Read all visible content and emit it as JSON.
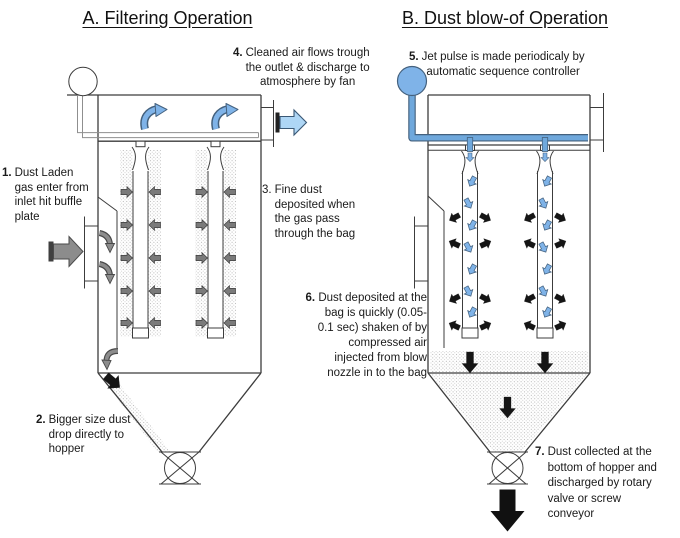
{
  "titles": {
    "a": "A. Filtering Operation",
    "b": "B. Dust blow-of Operation"
  },
  "annotations": {
    "n1": {
      "num": "1.",
      "text": "Dust Laden\ngas enter from\ninlet hit buffle\nplate"
    },
    "n2": {
      "num": "2.",
      "text": "Bigger size dust\ndrop directly to\nhopper"
    },
    "n3": {
      "num": "3.",
      "text": "Fine dust\ndeposited when\nthe gas pass\nthrough the bag"
    },
    "n4": {
      "num": "4.",
      "text": "Cleaned air flows trough\nthe outlet & discharge to\natmosphere by fan"
    },
    "n5": {
      "num": "5.",
      "text": "Jet pulse is made periodicaly by\nautomatic sequence controller"
    },
    "n6": {
      "num": "6.",
      "text": "Dust deposited at the\nbag is quickly (0.05-\n0.1 sec) shaken of  by\ncompressed air\ninjected from blow\nnozzle in to the bag"
    },
    "n7": {
      "num": "7.",
      "text": "Dust collected at the\nbottom of hopper and\ndischarged by rotary\nvalve or screw\nconveyor"
    }
  },
  "colors": {
    "pulse_blue": "#7fb3e8",
    "pipe_blue": "#6fa8dc",
    "arrow_gray": "#8c8c8c",
    "arrow_black": "#151515",
    "line": "#3c3c3c",
    "background": "#ffffff"
  },
  "icons": {
    "compressed-air-tank-icon": "circle reservoir on top of baghouse",
    "clean-air-arrow-icon": "curved blue arrow (clean air rising)",
    "clean-air-out-arrow-icon": "blue block arrow at outlet",
    "inlet-flow-arrow-icon": "gray block arrow at inlet",
    "dust-gas-arrow-icon": "small gray arrow toward bag",
    "pulse-air-arrow-icon": "small blue arrow inside bag",
    "shaken-dust-arrow-icon": "small black arrow flung off bag",
    "dust-fall-arrow-icon": "black down arrow",
    "discharge-arrow-icon": "large black down arrow under rotary valve",
    "rotary-valve-icon": "circle with X between flanges"
  }
}
